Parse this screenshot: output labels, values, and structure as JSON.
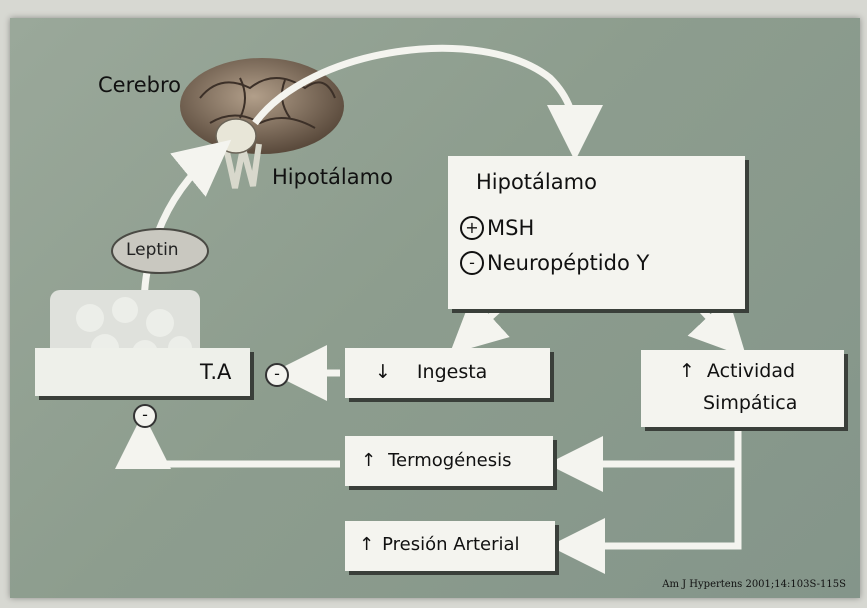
{
  "labels": {
    "cerebro": "Cerebro",
    "hipotalamo_label": "Hipotálamo",
    "leptin": "Leptin",
    "ta": "T.A",
    "citation": "Am J Hypertens 2001;14:103S-115S"
  },
  "hipotalamo_box": {
    "title": "Hipotálamo",
    "items": [
      {
        "sign": "+",
        "text": "MSH"
      },
      {
        "sign": "-",
        "text": "Neuropéptido Y"
      }
    ]
  },
  "effects": {
    "ingesta": {
      "arrow": "↓",
      "text": "Ingesta"
    },
    "actividad": {
      "arrow": "↑",
      "line1": "Actividad",
      "line2": "Simpática"
    },
    "termogenesis": {
      "arrow": "↑",
      "text": "Termogénesis"
    },
    "presion": {
      "arrow": "↑",
      "text": "Presión Arterial"
    }
  },
  "feedback_signs": {
    "ingesta_to_ta": "-",
    "termogenesis_to_ta": "-"
  }
}
